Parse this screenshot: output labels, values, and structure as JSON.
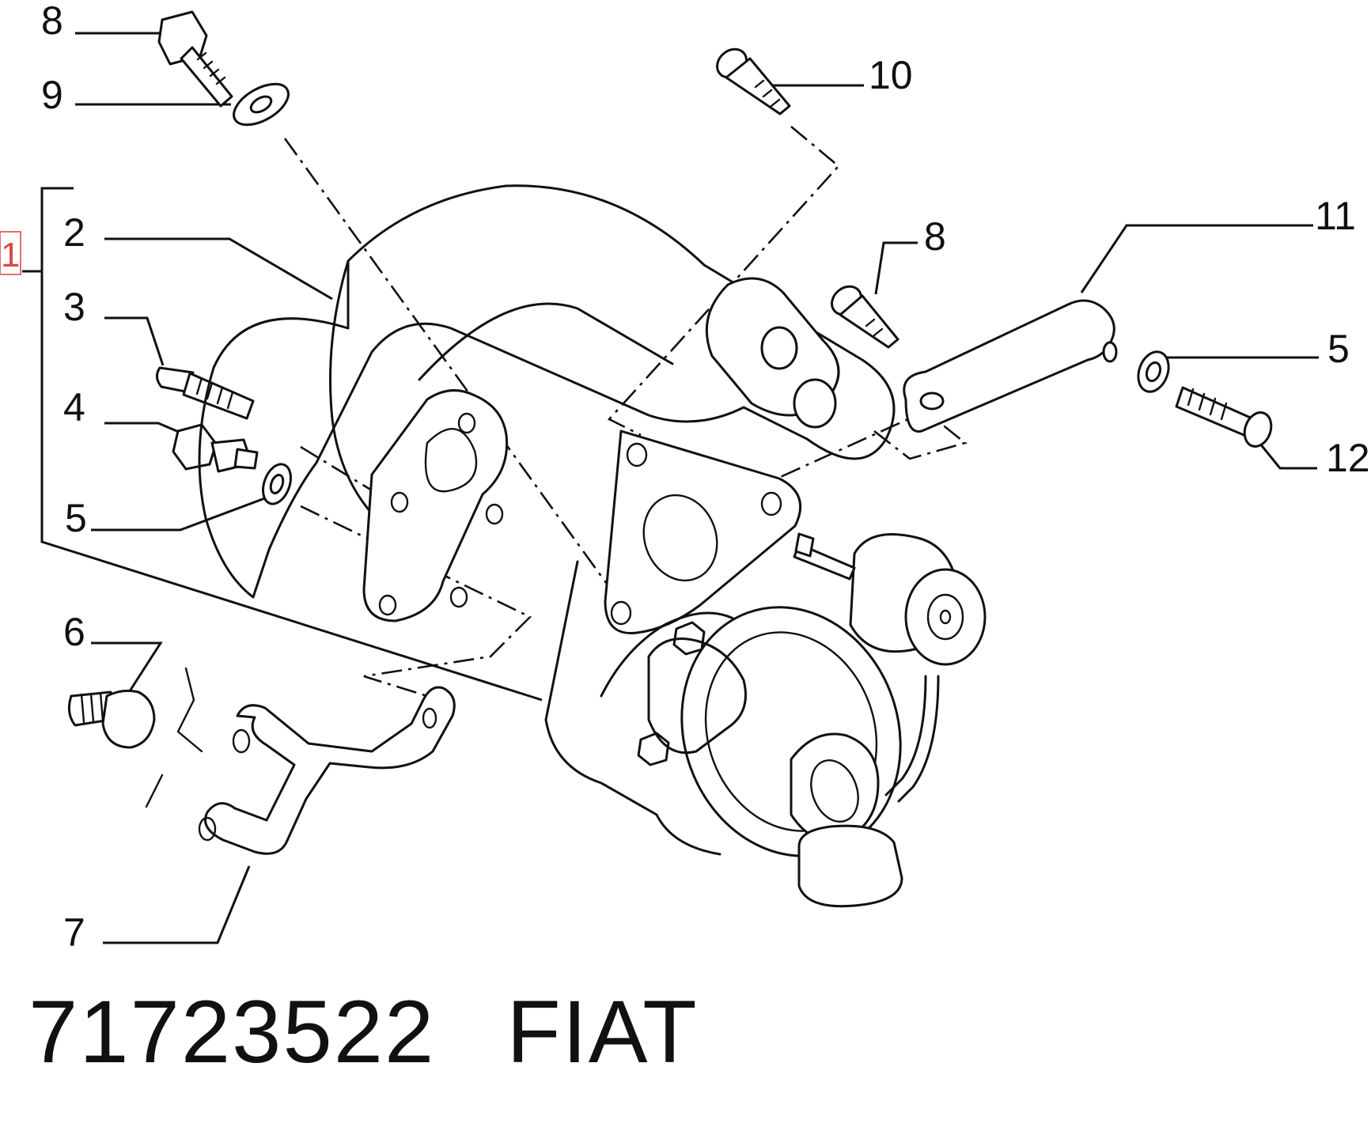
{
  "callouts": {
    "c1": "1",
    "c2": "2",
    "c3": "3",
    "c4": "4",
    "c5_left": "5",
    "c5_right": "5",
    "c6": "6",
    "c7": "7",
    "c8_top": "8",
    "c8_right": "8",
    "c9": "9",
    "c10": "10",
    "c11": "11",
    "c12": "12"
  },
  "footer": {
    "part_number": "71723522",
    "brand": "FIAT"
  },
  "colors": {
    "line": "#111111",
    "reference_highlight": "#d94848"
  }
}
